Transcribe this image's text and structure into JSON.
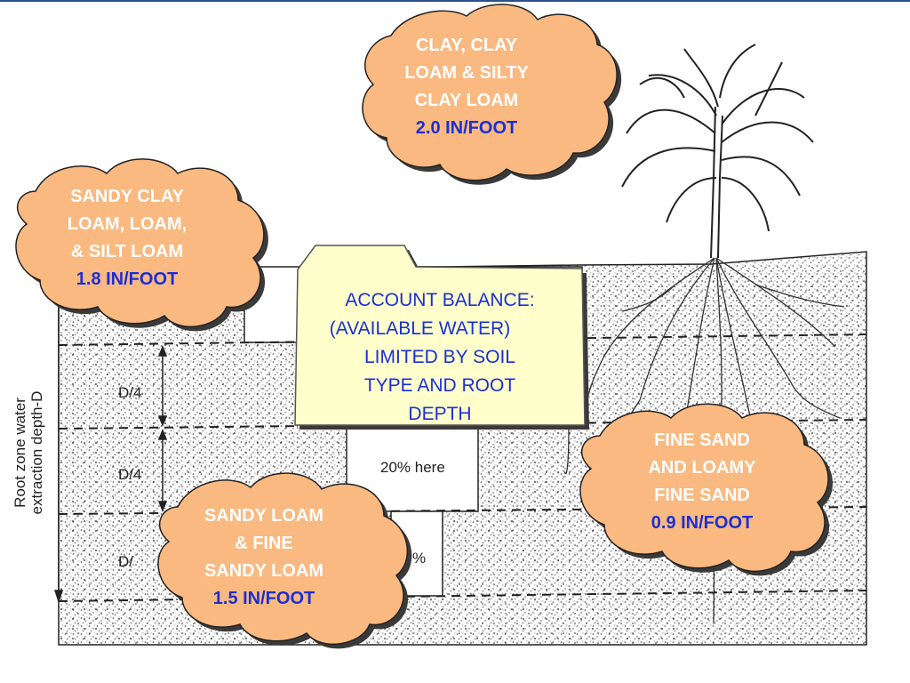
{
  "axis": {
    "line1": "Root zone water",
    "line2": "extraction depth-D"
  },
  "depth_labels": [
    "D/4",
    "D/4",
    "D/"
  ],
  "box_labels": [
    "20% here",
    "%"
  ],
  "note": {
    "line1": "ACCOUNT BALANCE:",
    "line2": "(AVAILABLE WATER)",
    "line3": "LIMITED BY SOIL",
    "line4": "TYPE AND ROOT",
    "line5": "DEPTH"
  },
  "clouds": [
    {
      "line1": "CLAY, CLAY",
      "line2": "LOAM & SILTY",
      "line3": "CLAY LOAM",
      "rate": "2.0  IN/FOOT"
    },
    {
      "line1": "SANDY CLAY",
      "line2": "LOAM, LOAM,",
      "line3": "& SILT LOAM",
      "rate": "1.8  IN/FOOT"
    },
    {
      "line1": "FINE SAND",
      "line2": "AND LOAMY",
      "line3": "FINE SAND",
      "rate": "0.9  IN/FOOT"
    },
    {
      "line1": "SANDY LOAM",
      "line2": "& FINE",
      "line3": "SANDY LOAM",
      "rate": "1.5  IN/FOOT"
    }
  ],
  "colors": {
    "cloud_fill": "#f9b980",
    "cloud_shadow": "#3a3a3a",
    "note_fill": "#ffffcc",
    "accent_blue": "#1b2fd6"
  }
}
